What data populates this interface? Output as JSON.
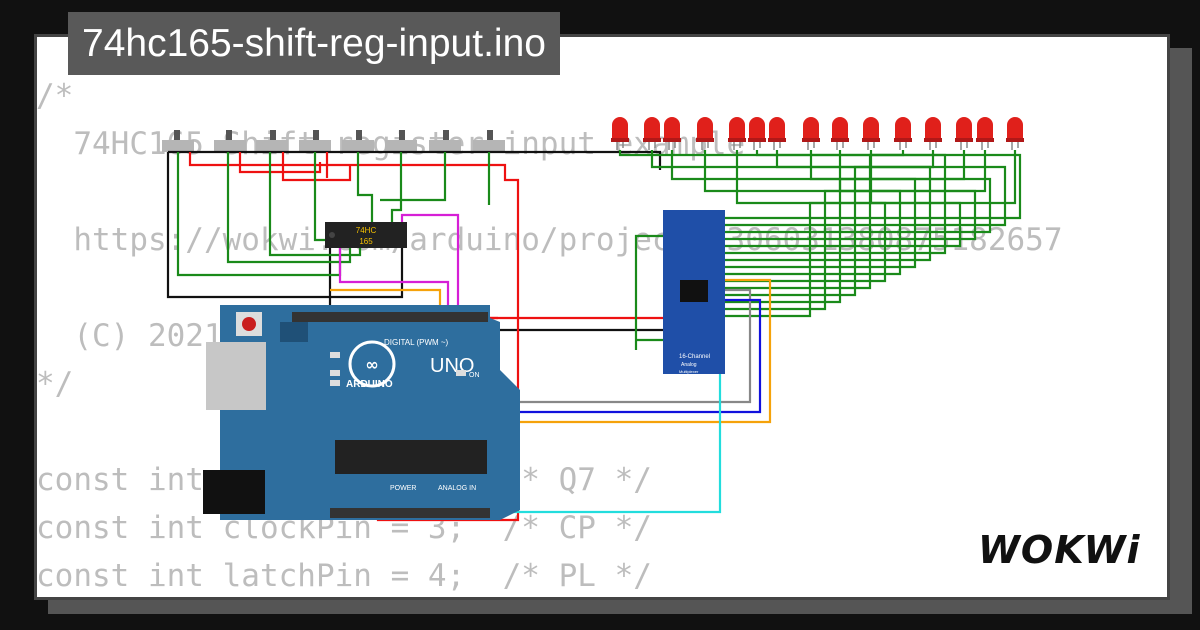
{
  "project": {
    "title": "74hc165-shift-reg-input.ino",
    "brand": "WOKWi"
  },
  "code_lines": [
    "/*",
    "  74HC165 Shift register input example",
    "",
    "  https://wokwi.com/arduino/projects/306031380875182657",
    "",
    "  (C) 2021, Uri Shaked",
    "*/",
    "",
    "const int dataPin = 2;   /* Q7 */",
    "const int clockPin = 3;  /* CP */",
    "const int latchPin = 4;  /* PL */"
  ],
  "components": {
    "shift_register": {
      "line1": "74HC",
      "line2": "165"
    },
    "arduino": {
      "model": "UNO",
      "brand": "ARDUINO",
      "digital_label": "DIGITAL (PWM ~)",
      "power_label": "POWER",
      "analog_label": "ANALOG IN",
      "on_label": "ON"
    },
    "mux": {
      "line1": "16-Channel",
      "line2": "Analog",
      "line3": "Multiplexer"
    }
  },
  "colors": {
    "led": "#e0201b",
    "wire_green": "#1a8a1a",
    "wire_red": "#ee1111",
    "wire_black": "#111111",
    "wire_magenta": "#d61fd6",
    "wire_orange": "#f5a20a",
    "wire_gray": "#888888",
    "wire_blue": "#1111dd",
    "wire_cyan": "#22dddd",
    "board_blue": "#2e6e9e"
  }
}
